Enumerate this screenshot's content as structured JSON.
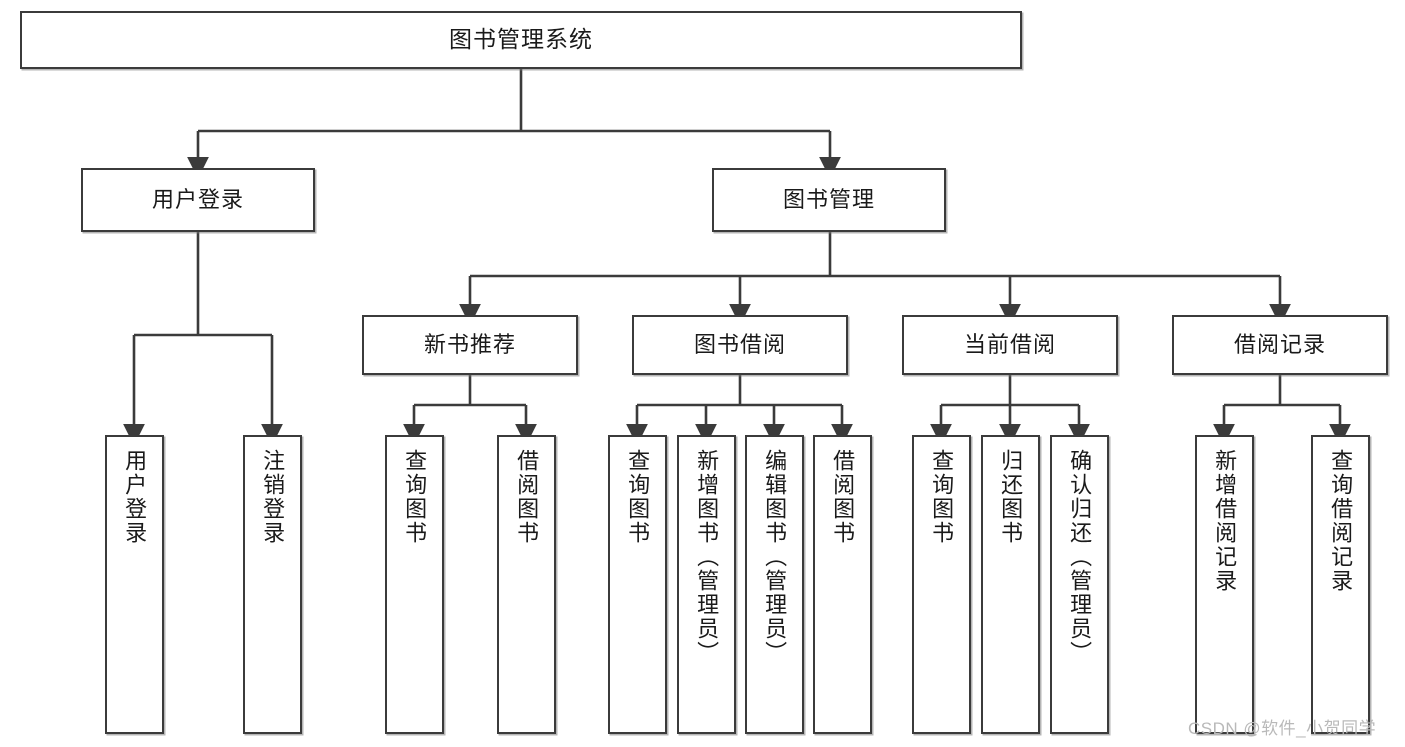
{
  "diagram": {
    "title": "图书管理系统",
    "type": "tree",
    "watermark": "CSDN @软件_小贺同学",
    "colors": {
      "box_border": "#3b3b3b",
      "box_fill": "#ffffff",
      "connector": "#3b3b3b",
      "text": "#1a1a1a",
      "watermark": "#b9b9b9"
    },
    "root": {
      "label": "图书管理系统"
    },
    "level2": [
      {
        "label": "用户登录"
      },
      {
        "label": "图书管理"
      }
    ],
    "level3": [
      {
        "label": "新书推荐"
      },
      {
        "label": "图书借阅"
      },
      {
        "label": "当前借阅"
      },
      {
        "label": "借阅记录"
      }
    ],
    "leaves": {
      "user_login": [
        {
          "label": "用户登录"
        },
        {
          "label": "注销登录"
        }
      ],
      "new_book_recommend": [
        {
          "label": "查询图书"
        },
        {
          "label": "借阅图书"
        }
      ],
      "book_borrow": [
        {
          "label": "查询图书"
        },
        {
          "label": "新增图书（管理员）"
        },
        {
          "label": "编辑图书（管理员）"
        },
        {
          "label": "借阅图书"
        }
      ],
      "current_borrow": [
        {
          "label": "查询图书"
        },
        {
          "label": "归还图书"
        },
        {
          "label": "确认归还（管理员）"
        }
      ],
      "borrow_record": [
        {
          "label": "新增借阅记录"
        },
        {
          "label": "查询借阅记录"
        }
      ]
    }
  }
}
